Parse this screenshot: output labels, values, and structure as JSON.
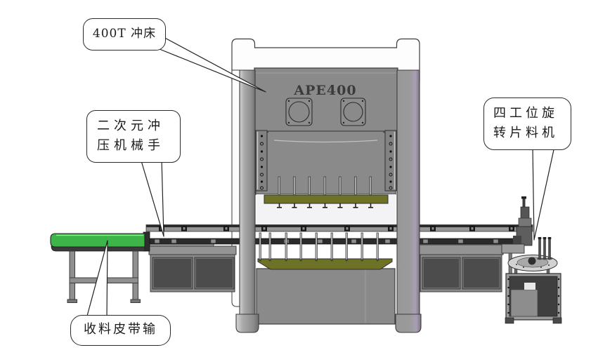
{
  "machine": {
    "model": "APE400"
  },
  "callouts": {
    "press": {
      "text": "400T 冲床"
    },
    "robot": {
      "line1": "二次元冲",
      "line2": "压机械手"
    },
    "rotary": {
      "line1": "四工位旋",
      "line2": "转片料机"
    },
    "belt": {
      "text": "收料皮带输"
    }
  },
  "colors": {
    "body_gray": "#8a8a8a",
    "panel_dark": "#4c4c4c",
    "die_olive": "#6e7226",
    "belt_green": "#3eb549",
    "column_purple": "#a89fb3",
    "outline": "#3c3c3c"
  }
}
